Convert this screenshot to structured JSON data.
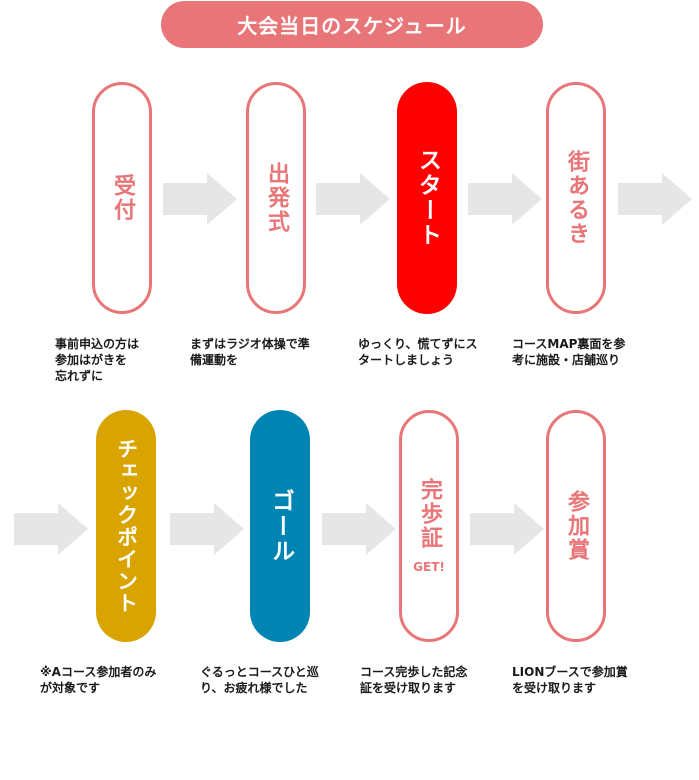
{
  "title": "大会当日のスケジュール",
  "colors": {
    "accent": "#e87577",
    "start": "#ff0000",
    "checkpoint": "#d9a400",
    "goal": "#0085b2",
    "arrow": "#e6e6e6"
  },
  "steps": [
    {
      "label": "受付",
      "desc": "事前申込の方は\n参加はがきを\n忘れずに"
    },
    {
      "label": "出発式",
      "desc": "まずはラジオ体操で準\n備運動を"
    },
    {
      "label": "スタート",
      "desc": "ゆっくり、慌てずにス\nタートしましょう"
    },
    {
      "label": "街あるき",
      "desc": "コースMAP裏面を参\n考に施設・店舗巡り"
    },
    {
      "label": "チェックポイント",
      "desc": "※Aコース参加者のみ\nが対象です"
    },
    {
      "label": "ゴール",
      "desc": "ぐるっとコースひと巡\nり、お疲れ様でした"
    },
    {
      "label": "完歩証",
      "sub": "GET!",
      "desc": "コース完歩した記念\n証を受け取ります"
    },
    {
      "label": "参加賞",
      "desc": "LIONブースで参加賞\nを受け取ります"
    }
  ]
}
